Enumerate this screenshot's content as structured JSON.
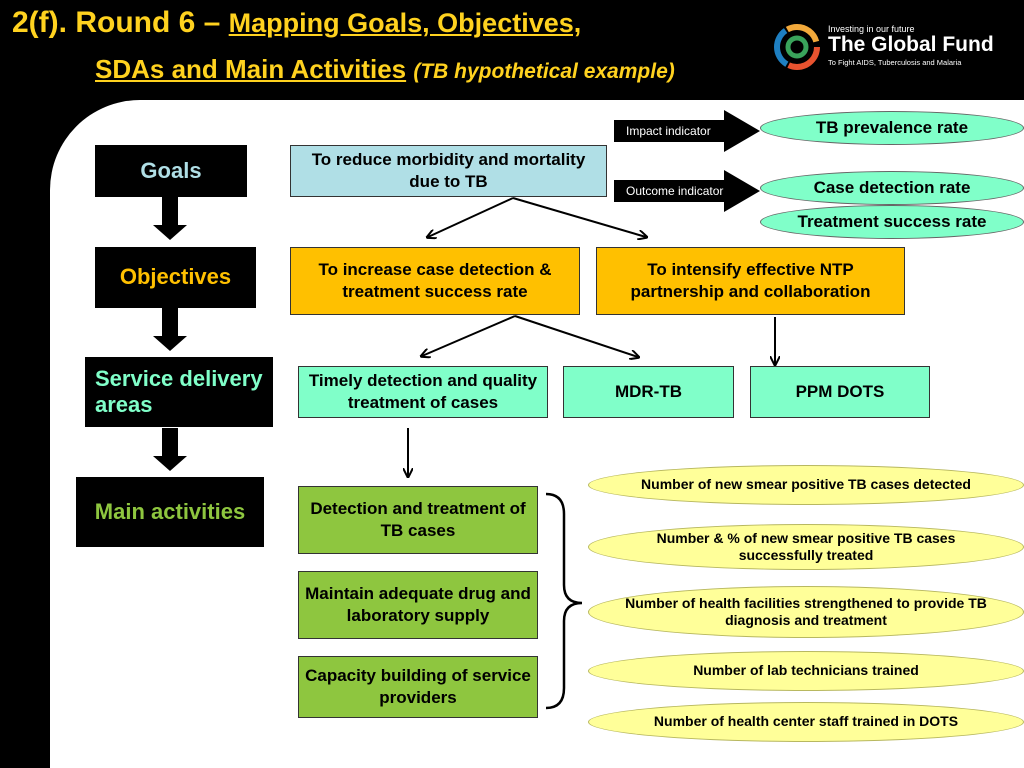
{
  "title": {
    "prefix": "2(f). Round 6 – ",
    "line1_underlined": "Mapping Goals, Objectives,",
    "line2_underlined": "SDAs and Main Activities",
    "line2_italic": "(TB hypothetical example)"
  },
  "logo": {
    "tagline": "Investing in our future",
    "name": "The Global Fund",
    "subtitle": "To Fight AIDS, Tuberculosis and Malaria"
  },
  "categories": {
    "goals": "Goals",
    "objectives": "Objectives",
    "sda": "Service delivery areas",
    "activities": "Main activities"
  },
  "goal": "To reduce morbidity and mortality due to TB",
  "objectives": [
    "To increase case detection & treatment success rate",
    "To intensify effective NTP partnership and collaboration"
  ],
  "sdas": [
    "Timely detection and quality treatment of cases",
    "MDR-TB",
    "PPM DOTS"
  ],
  "activities": [
    "Detection and treatment of TB cases",
    "Maintain adequate drug and laboratory supply",
    "Capacity building of service providers"
  ],
  "indicators": {
    "impact_label": "Impact indicator",
    "outcome_label": "Outcome indicator",
    "impact": "TB prevalence rate",
    "outcome": [
      "Case detection rate",
      "Treatment success rate"
    ]
  },
  "output_indicators": [
    "Number of new smear positive TB cases detected",
    "Number & % of new smear positive TB cases successfully treated",
    "Number of health facilities strengthened to provide TB diagnosis and treatment",
    "Number of lab technicians trained",
    "Number of health center staff trained in DOTS"
  ],
  "colors": {
    "title": "#ffd21f",
    "goals_text": "#b0dfe6",
    "objectives_text": "#ffc000",
    "sda_text": "#80ffc9",
    "activities_text": "#8ec63f"
  }
}
